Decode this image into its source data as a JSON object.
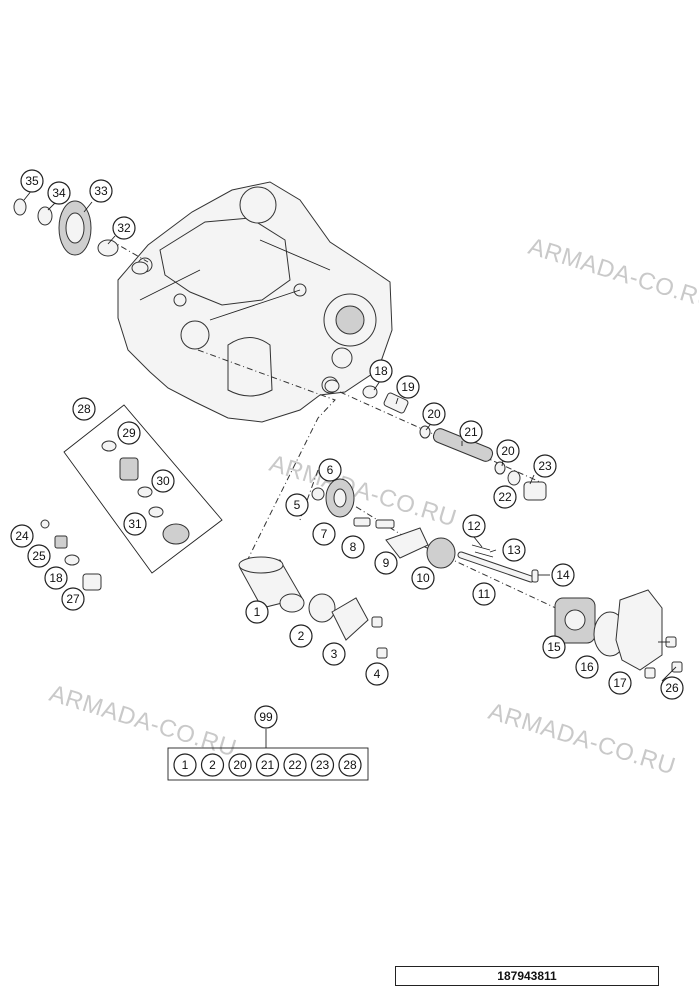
{
  "watermark": "ARMADA-CO.RU",
  "document_number": "187943811",
  "callouts": [
    {
      "id": "c35",
      "label": "35"
    },
    {
      "id": "c34",
      "label": "34"
    },
    {
      "id": "c33",
      "label": "33"
    },
    {
      "id": "c32",
      "label": "32"
    },
    {
      "id": "c28",
      "label": "28"
    },
    {
      "id": "c29",
      "label": "29"
    },
    {
      "id": "c30",
      "label": "30"
    },
    {
      "id": "c31",
      "label": "31"
    },
    {
      "id": "c24",
      "label": "24"
    },
    {
      "id": "c25",
      "label": "25"
    },
    {
      "id": "c18a",
      "label": "18"
    },
    {
      "id": "c27",
      "label": "27"
    },
    {
      "id": "c18b",
      "label": "18"
    },
    {
      "id": "c19",
      "label": "19"
    },
    {
      "id": "c20a",
      "label": "20"
    },
    {
      "id": "c21",
      "label": "21"
    },
    {
      "id": "c20b",
      "label": "20"
    },
    {
      "id": "c23",
      "label": "23"
    },
    {
      "id": "c22",
      "label": "22"
    },
    {
      "id": "c6",
      "label": "6"
    },
    {
      "id": "c5",
      "label": "5"
    },
    {
      "id": "c7",
      "label": "7"
    },
    {
      "id": "c8",
      "label": "8"
    },
    {
      "id": "c9",
      "label": "9"
    },
    {
      "id": "c10",
      "label": "10"
    },
    {
      "id": "c12",
      "label": "12"
    },
    {
      "id": "c13",
      "label": "13"
    },
    {
      "id": "c14",
      "label": "14"
    },
    {
      "id": "c11",
      "label": "11"
    },
    {
      "id": "c1",
      "label": "1"
    },
    {
      "id": "c2",
      "label": "2"
    },
    {
      "id": "c3",
      "label": "3"
    },
    {
      "id": "c4",
      "label": "4"
    },
    {
      "id": "c15",
      "label": "15"
    },
    {
      "id": "c16",
      "label": "16"
    },
    {
      "id": "c17",
      "label": "17"
    },
    {
      "id": "c26",
      "label": "26"
    },
    {
      "id": "c99",
      "label": "99"
    }
  ],
  "kit_99_items": [
    "1",
    "2",
    "20",
    "21",
    "22",
    "23",
    "28"
  ]
}
